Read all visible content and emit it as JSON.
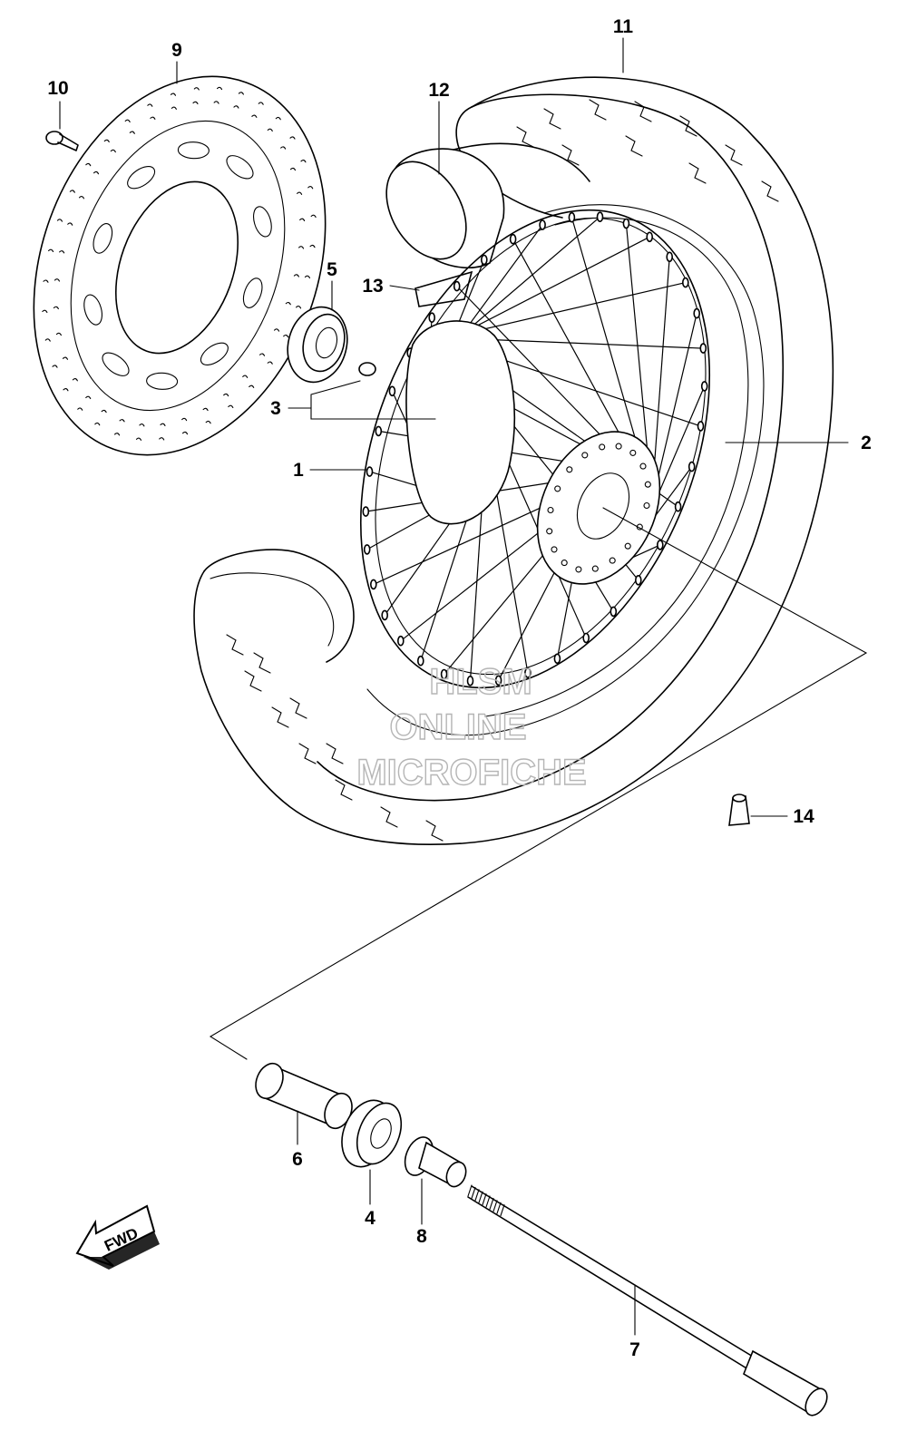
{
  "callouts": {
    "c1": "1",
    "c2": "2",
    "c3": "3",
    "c4": "4",
    "c5": "5",
    "c6": "6",
    "c7": "7",
    "c8": "8",
    "c9": "9",
    "c10": "10",
    "c11": "11",
    "c12": "12",
    "c13": "13",
    "c14": "14"
  },
  "fwd_label": "FWD",
  "watermark": {
    "line1": "HLSM",
    "line2": "ONLINE",
    "line3": "MICROFICHE"
  },
  "icons": {
    "fwd": "fwd-arrow-icon"
  }
}
